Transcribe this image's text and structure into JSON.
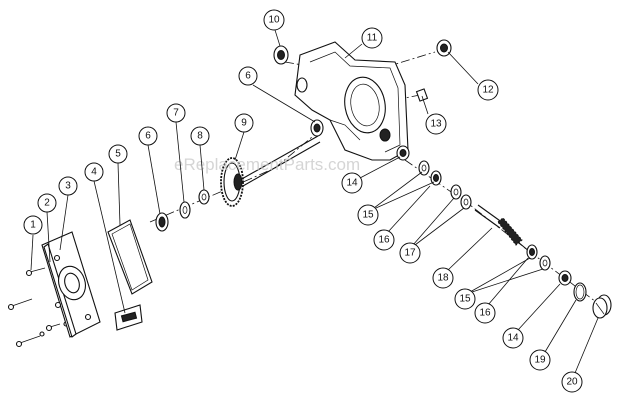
{
  "watermark": "eReplacementParts.com",
  "callouts": [
    {
      "id": "1",
      "label": "1"
    },
    {
      "id": "2",
      "label": "2"
    },
    {
      "id": "3",
      "label": "3"
    },
    {
      "id": "4",
      "label": "4"
    },
    {
      "id": "5",
      "label": "5"
    },
    {
      "id": "6a",
      "label": "6"
    },
    {
      "id": "6b",
      "label": "6"
    },
    {
      "id": "7",
      "label": "7"
    },
    {
      "id": "8",
      "label": "8"
    },
    {
      "id": "9",
      "label": "9"
    },
    {
      "id": "10",
      "label": "10"
    },
    {
      "id": "11",
      "label": "11"
    },
    {
      "id": "12",
      "label": "12"
    },
    {
      "id": "13",
      "label": "13"
    },
    {
      "id": "14a",
      "label": "14"
    },
    {
      "id": "14b",
      "label": "14"
    },
    {
      "id": "15a",
      "label": "15"
    },
    {
      "id": "15b",
      "label": "15"
    },
    {
      "id": "16a",
      "label": "16"
    },
    {
      "id": "16b",
      "label": "16"
    },
    {
      "id": "17",
      "label": "17"
    },
    {
      "id": "18",
      "label": "18"
    },
    {
      "id": "19",
      "label": "19"
    },
    {
      "id": "20",
      "label": "20"
    }
  ]
}
